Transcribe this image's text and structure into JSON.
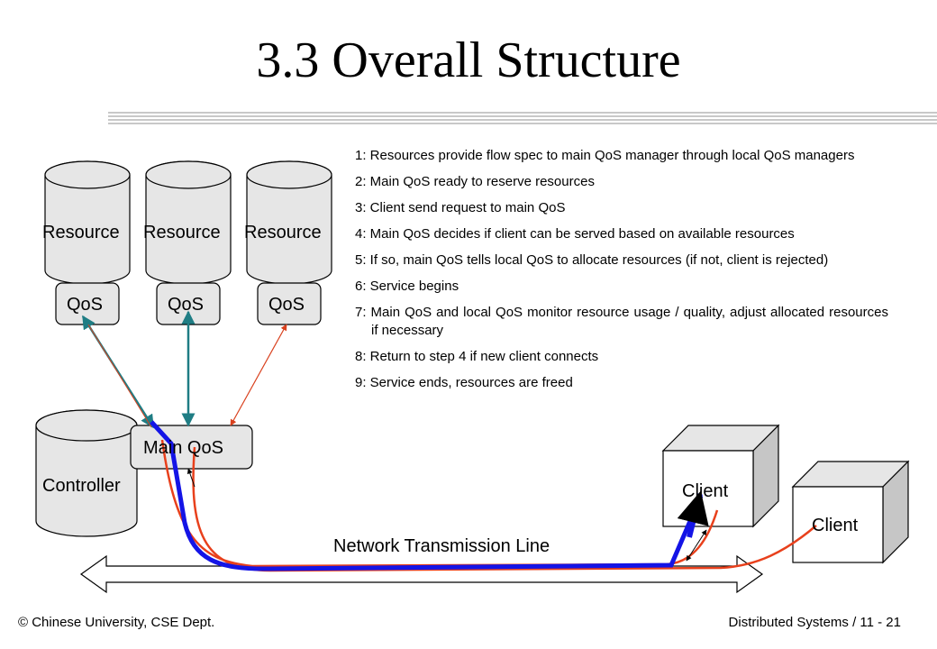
{
  "slide": {
    "title": "3.3  Overall Structure",
    "footer_left": "© Chinese University, CSE Dept.",
    "footer_right": "Distributed Systems / 11 - 21"
  },
  "steps": [
    "1: Resources provide flow spec to main QoS manager through local QoS managers",
    "2: Main QoS ready to reserve resources",
    "3: Client send request to main QoS",
    "4: Main QoS decides if client can be served based on available resources",
    "5: If so, main QoS tells local QoS to allocate resources (if not, client is rejected)",
    "6: Service begins",
    "7: Main QoS and local QoS monitor resource usage / quality, adjust allocated resources if necessary",
    "8: Return to step 4 if new client connects",
    "9: Service ends, resources are freed"
  ],
  "diagram": {
    "resources": [
      "Resource",
      "Resource",
      "Resource"
    ],
    "local_qos": [
      "QoS",
      "QoS",
      "QoS"
    ],
    "controller": "Controller",
    "main_qos": "Main QoS",
    "clients": [
      "Client",
      "Client"
    ],
    "network_line": "Network Transmission Line"
  },
  "colors": {
    "shape_fill": "#e6e6e6",
    "cube_side": "#c6c6c6",
    "teal_arrow": "#1f7d84",
    "red_arrow": "#d9411e",
    "blue_flow": "#1414e6",
    "orange_flow": "#e8401c"
  }
}
